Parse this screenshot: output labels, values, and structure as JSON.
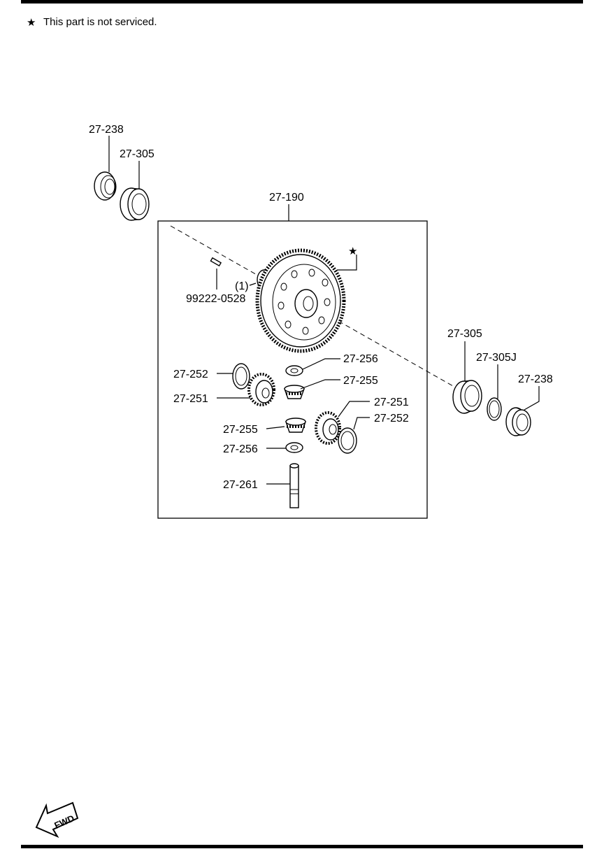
{
  "note": {
    "symbol": "★",
    "text": "This part is not serviced."
  },
  "fwd_text": "FWD",
  "callouts": {
    "c_238_left": "27-238",
    "c_305_left": "27-305",
    "c_190": "27-190",
    "c_pin": "99222-0528",
    "c_pin_qty": "(1)",
    "c_252_left": "27-252",
    "c_251_left": "27-251",
    "c_256_top": "27-256",
    "c_255_top": "27-255",
    "c_251_right": "27-251",
    "c_252_right": "27-252",
    "c_255_bottom": "27-255",
    "c_256_bottom": "27-256",
    "c_261": "27-261",
    "c_305_right": "27-305",
    "c_305J": "27-305J",
    "c_238_right": "27-238"
  },
  "colors": {
    "ink": "#000000",
    "paper": "#ffffff"
  }
}
